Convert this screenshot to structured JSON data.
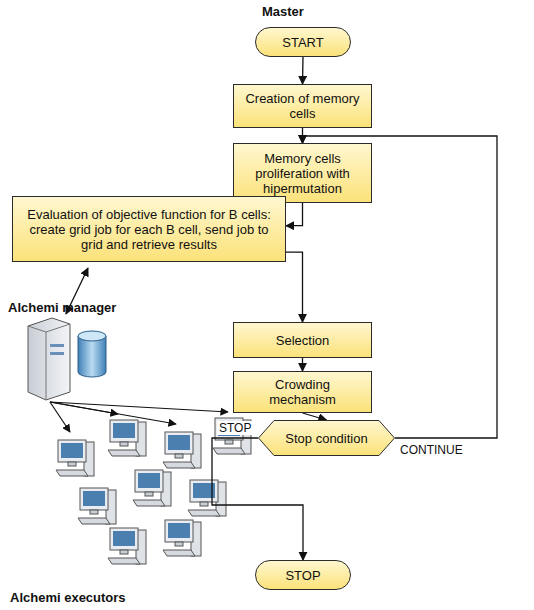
{
  "diagram": {
    "nodes": [
      {
        "text": [
          "START"
        ]
      },
      {
        "text": [
          "Creation of memory cells"
        ]
      },
      {
        "text": [
          "Memory cells proliferation with hipermutation"
        ]
      },
      {
        "text": [
          "Evaluation of objective function for B cells: create grid job for each B cell, send job to grid and retrieve results"
        ]
      },
      {
        "text": [
          "Selection"
        ]
      },
      {
        "text": [
          "Crowding mechanism"
        ]
      },
      {
        "text": [
          "Stop condition"
        ]
      },
      {
        "text": [
          "STOP"
        ]
      }
    ],
    "edges": [
      {
        "from": 0,
        "to": 1,
        "arrow": "to"
      },
      {
        "from": 1,
        "to": 2,
        "arrow": "to"
      },
      {
        "from": 2,
        "to": 3,
        "arrow": "to"
      },
      {
        "from": 3,
        "to": 4,
        "arrow": "to"
      },
      {
        "from": 4,
        "to": 5,
        "arrow": "to"
      },
      {
        "from": 5,
        "to": 6,
        "arrow": "to"
      },
      {
        "from": 6,
        "to": 2,
        "label": "CONTINUE",
        "arrow": "to"
      },
      {
        "from": 6,
        "to": 7,
        "label": "STOP",
        "arrow": "to"
      }
    ],
    "labels": [
      "Master",
      "Alchemi manager",
      "Alchemi executors"
    ]
  }
}
